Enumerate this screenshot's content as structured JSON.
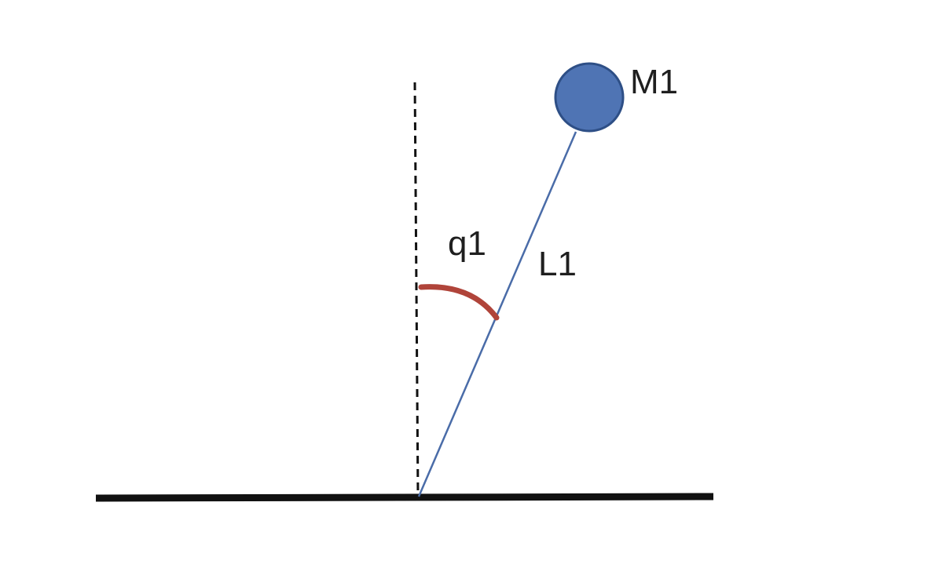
{
  "diagram": {
    "mass_label": "M1",
    "angle_label": "q1",
    "length_label": "L1"
  },
  "colors": {
    "ground": "#111111",
    "reference_line": "#111111",
    "rod": "#4a6ca8",
    "mass_fill": "#4f74b4",
    "mass_stroke": "#2e4f86",
    "angle_arc": "#b0443a"
  }
}
